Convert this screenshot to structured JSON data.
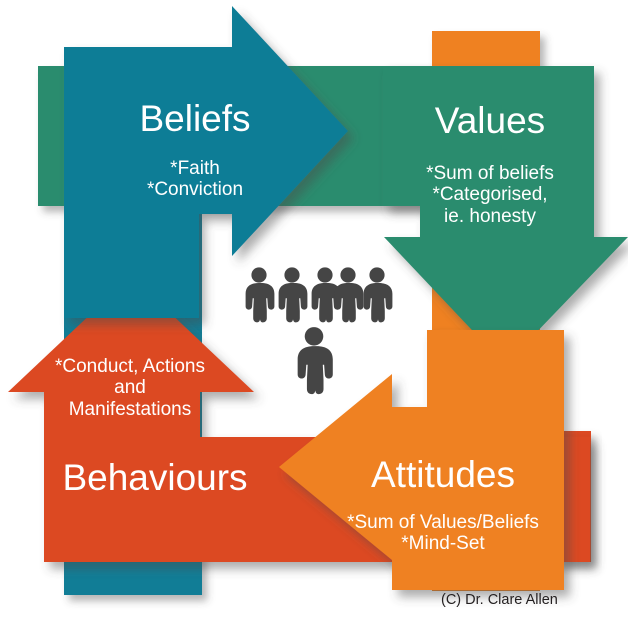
{
  "diagram": {
    "title_semantic": "Beliefs-Values-Attitudes-Behaviours cycle",
    "credit": "(C) Dr. Clare Allen",
    "colors": {
      "teal": "#117D96",
      "green": "#2B8C6E",
      "orange": "#EF8121",
      "red": "#DC4A21",
      "people": "#454545",
      "text_on_arrow": "#FFFFFF",
      "credit_text": "#231F20",
      "background": "#FFFFFF"
    },
    "nodes": [
      {
        "id": "beliefs",
        "label": "Beliefs",
        "bullets": "*Faith\n*Conviction",
        "color": "#117D96",
        "direction": "right",
        "order": 1
      },
      {
        "id": "values",
        "label": "Values",
        "bullets": "*Sum of beliefs\n*Categorised,\nie. honesty",
        "color": "#2B8C6E",
        "direction": "down",
        "order": 2
      },
      {
        "id": "attitudes",
        "label": "Attitudes",
        "bullets": "*Sum of Values/Beliefs\n*Mind-Set",
        "color": "#EF8121",
        "direction": "left",
        "order": 3
      },
      {
        "id": "behaviours",
        "label": "Behaviours",
        "bullets": "*Conduct, Actions\nand\nManifestations",
        "color": "#DC4A21",
        "direction": "up",
        "order": 4
      }
    ],
    "center_icon": {
      "name": "people-group-icon",
      "top_row_count": 5,
      "bottom_row_count": 1
    }
  }
}
